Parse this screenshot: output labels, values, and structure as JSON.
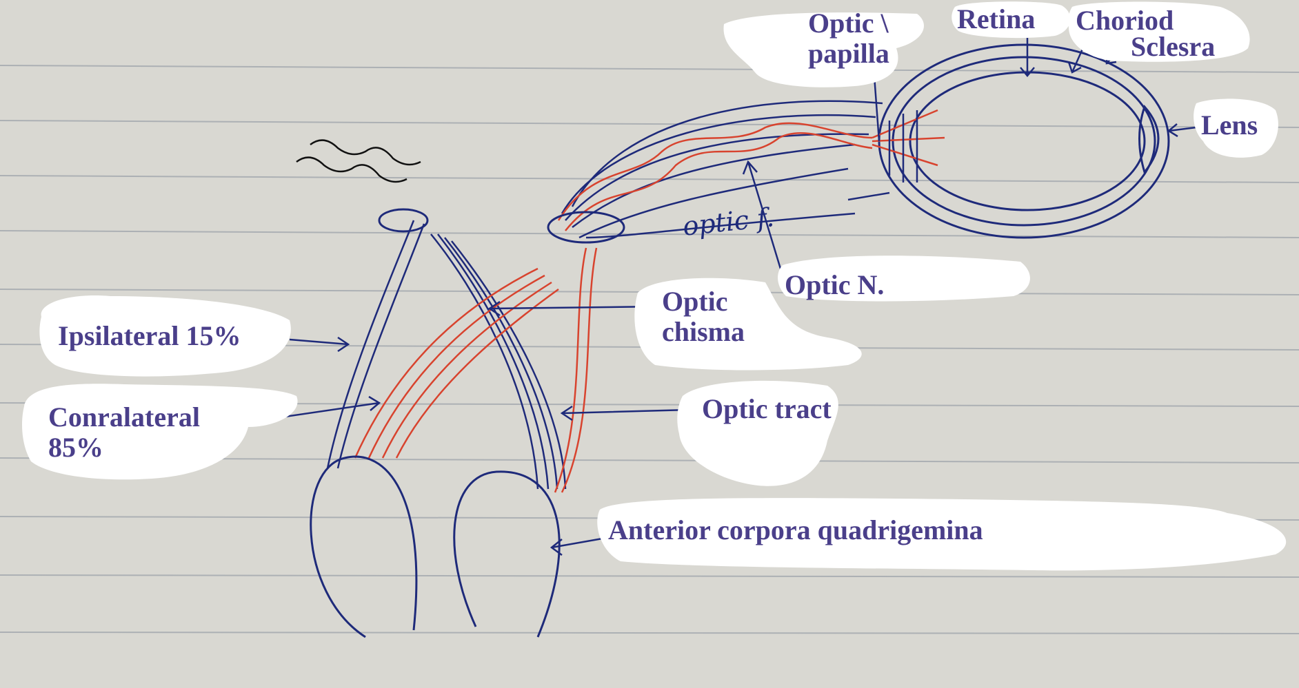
{
  "labels": {
    "optic_papilla": {
      "line1": "Optic \\",
      "line2": "papilla"
    },
    "retina": "Retina",
    "choriod": "Choriod",
    "sclesra": "Sclesra",
    "lens": "Lens",
    "optic_n": "Optic N.",
    "optic_chisma": {
      "line1": "Optic",
      "line2": "chisma"
    },
    "ipsilateral": "Ipsilateral 15%",
    "conralateral": {
      "line1": "Conralateral",
      "line2": "85%"
    },
    "optic_tract": "Optic tract",
    "anterior_corpora": "Anterior corpora quadrigemina"
  },
  "handwriting": {
    "optic_f": "optic f."
  },
  "colors": {
    "paper": "#d9d8d2",
    "ruled_line": "#9aa0a8",
    "label_text": "#4a3f8a",
    "blue_pen": "#1e2a7a",
    "red_pen": "#d8432e"
  }
}
